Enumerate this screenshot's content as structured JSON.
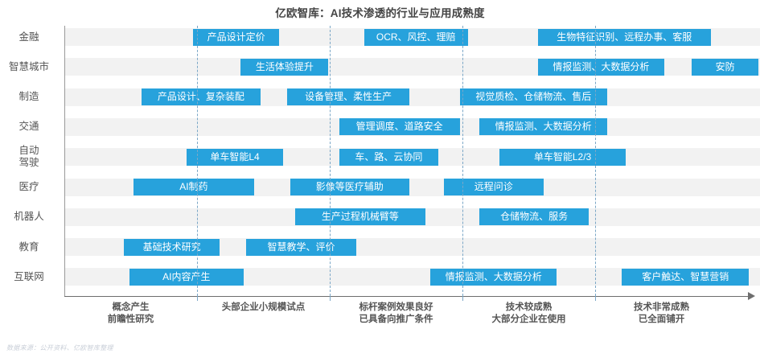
{
  "chart_data": {
    "type": "bar",
    "title": "亿欧智库：AI技术渗透的行业与应用成熟度",
    "xlabel": "",
    "ylabel": "",
    "grid": true,
    "legend_position": "none",
    "accent_color": "#27a2dc",
    "band_color": "#f2f2f2",
    "axis_color": "#6e6e6e",
    "gridline_color": "#7ba7c7",
    "x_stages": [
      {
        "label_line1": "概念产生",
        "label_line2": "前瞻性研究"
      },
      {
        "label_line1": "头部企业小规模试点",
        "label_line2": ""
      },
      {
        "label_line1": "标杆案例效果良好",
        "label_line2": "已具备向推广条件"
      },
      {
        "label_line1": "技术较成熟",
        "label_line2": "大部分企业在使用"
      },
      {
        "label_line1": "技术非常成熟",
        "label_line2": "已全面铺开"
      }
    ],
    "categories": [
      "金融",
      "智慧城市",
      "制造",
      "交通",
      "自动驾驶",
      "医疗",
      "机器人",
      "教育",
      "互联网"
    ],
    "rows": [
      {
        "industry": "金融",
        "industry_line1": "金融",
        "industry_line2": "",
        "items": [
          {
            "label": "产品设计定价",
            "start": 0.97,
            "end": 1.62
          },
          {
            "label": "OCR、风控、理赔",
            "start": 2.26,
            "end": 3.04
          },
          {
            "label": "生物特征识别、远程办事、客服",
            "start": 3.57,
            "end": 4.87
          }
        ]
      },
      {
        "industry": "智慧城市",
        "industry_line1": "智慧城市",
        "industry_line2": "",
        "items": [
          {
            "label": "生活体验提升",
            "start": 1.33,
            "end": 1.99
          },
          {
            "label": "情报监测、大数据分析",
            "start": 3.57,
            "end": 4.52
          },
          {
            "label": "安防",
            "start": 4.73,
            "end": 5.23
          }
        ]
      },
      {
        "industry": "制造",
        "industry_line1": "制造",
        "industry_line2": "",
        "items": [
          {
            "label": "产品设计、复杂装配",
            "start": 0.58,
            "end": 1.48
          },
          {
            "label": "设备管理、柔性生产",
            "start": 1.68,
            "end": 2.6
          },
          {
            "label": "视觉质检、仓储物流、售后",
            "start": 2.98,
            "end": 4.09
          }
        ]
      },
      {
        "industry": "交通",
        "industry_line1": "交通",
        "industry_line2": "",
        "items": [
          {
            "label": "管理调度、道路安全",
            "start": 2.07,
            "end": 2.98
          },
          {
            "label": "情报监测、大数据分析",
            "start": 3.13,
            "end": 4.09
          }
        ]
      },
      {
        "industry": "自动驾驶",
        "industry_line1": "自动",
        "industry_line2": "驾驶",
        "items": [
          {
            "label": "单车智能L4",
            "start": 0.92,
            "end": 1.65
          },
          {
            "label": "车、路、云协同",
            "start": 2.07,
            "end": 2.82
          },
          {
            "label": "单车智能L2/3",
            "start": 3.28,
            "end": 4.23
          }
        ]
      },
      {
        "industry": "医疗",
        "industry_line1": "医疗",
        "industry_line2": "",
        "items": [
          {
            "label": "AI制药",
            "start": 0.52,
            "end": 1.43
          },
          {
            "label": "影像等医疗辅助",
            "start": 1.7,
            "end": 2.6
          },
          {
            "label": "远程问诊",
            "start": 2.86,
            "end": 3.61
          }
        ]
      },
      {
        "industry": "机器人",
        "industry_line1": "机器人",
        "industry_line2": "",
        "items": [
          {
            "label": "生产过程机械臂等",
            "start": 1.74,
            "end": 2.72
          },
          {
            "label": "仓储物流、服务",
            "start": 3.13,
            "end": 3.95
          }
        ]
      },
      {
        "industry": "教育",
        "industry_line1": "教育",
        "industry_line2": "",
        "items": [
          {
            "label": "基础技术研究",
            "start": 0.45,
            "end": 1.17
          },
          {
            "label": "智慧教学、评价",
            "start": 1.37,
            "end": 2.2
          }
        ]
      },
      {
        "industry": "互联网",
        "industry_line1": "互联网",
        "industry_line2": "",
        "items": [
          {
            "label": "AI内容产生",
            "start": 0.49,
            "end": 1.35
          },
          {
            "label": "情报监测、大数据分析",
            "start": 2.76,
            "end": 3.71
          },
          {
            "label": "客户触达、智慧营销",
            "start": 4.2,
            "end": 5.16
          }
        ]
      }
    ]
  },
  "footer": {
    "source": "数据来源：公开资料、亿欧智库整理"
  }
}
